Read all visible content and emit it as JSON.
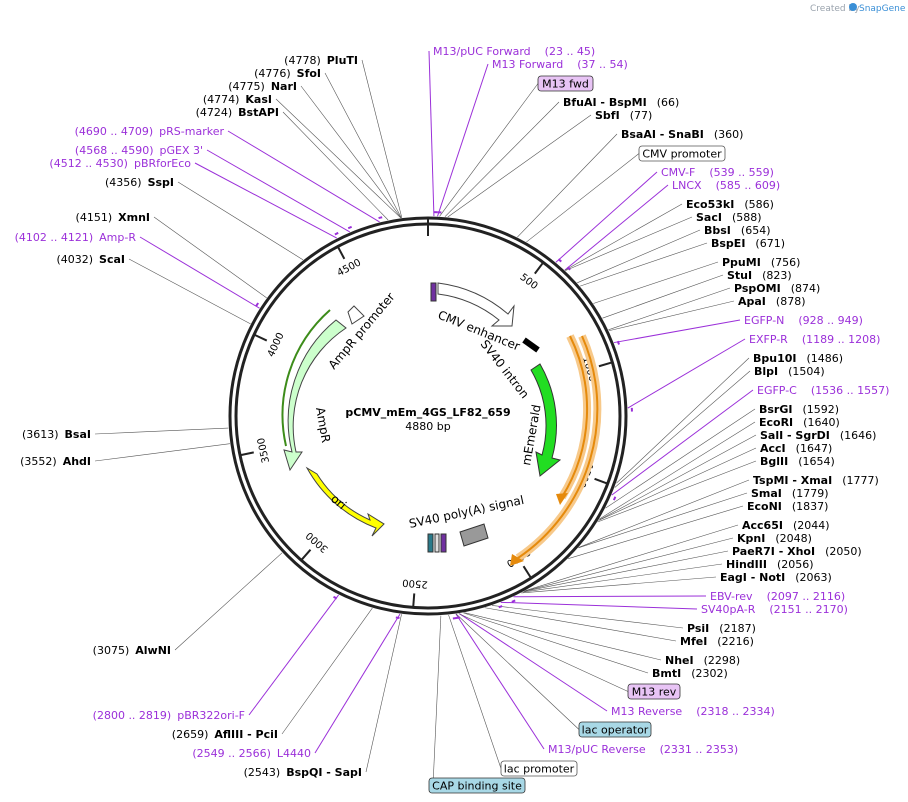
{
  "credit": {
    "prefix": "Created by",
    "brand": "SnapGene"
  },
  "plasmid": {
    "name": "pCMV_mEm_4GS_LF82_659",
    "size": "4880 bp",
    "length": 4880
  },
  "ticks": [
    "500",
    "1000",
    "1500",
    "2000",
    "2500",
    "3000",
    "3500",
    "4000",
    "4500"
  ],
  "left_labels": [
    {
      "pos": "(4778)",
      "name": "PluTI"
    },
    {
      "pos": "(4776)",
      "name": "SfoI"
    },
    {
      "pos": "(4775)",
      "name": "NarI"
    },
    {
      "pos": "(4774)",
      "name": "KasI"
    },
    {
      "pos": "(4724)",
      "name": "BstAPI"
    },
    {
      "pos": "(4690 .. 4709)",
      "name": "pRS-marker",
      "primer": true
    },
    {
      "pos": "(4568 .. 4590)",
      "name": "pGEX 3'",
      "primer": true
    },
    {
      "pos": "(4512 .. 4530)",
      "name": "pBRforEco",
      "primer": true
    },
    {
      "pos": "(4356)",
      "name": "SspI"
    },
    {
      "pos": "(4151)",
      "name": "XmnI"
    },
    {
      "pos": "(4102 .. 4121)",
      "name": "Amp-R",
      "primer": true
    },
    {
      "pos": "(4032)",
      "name": "ScaI"
    },
    {
      "pos": "(3613)",
      "name": "BsaI"
    },
    {
      "pos": "(3552)",
      "name": "AhdI"
    },
    {
      "pos": "(3075)",
      "name": "AlwNI"
    },
    {
      "pos": "(2800 .. 2819)",
      "name": "pBR322ori-F",
      "primer": true
    },
    {
      "pos": "(2659)",
      "name": "AflIII  -  PciI"
    },
    {
      "pos": "(2549 .. 2566)",
      "name": "L4440",
      "primer": true
    },
    {
      "pos": "(2543)",
      "name": "BspQI  -  SapI"
    }
  ],
  "right_labels": [
    {
      "name": "M13/pUC Forward",
      "pos": "(23 .. 45)",
      "primer": true
    },
    {
      "name": "M13 Forward",
      "pos": "(37 .. 54)",
      "primer": true
    },
    {
      "name": "BfuAI  -  BspMI",
      "pos": "(66)"
    },
    {
      "name": "SbfI",
      "pos": "(77)"
    },
    {
      "name": "BsaAI  -  SnaBI",
      "pos": "(360)"
    },
    {
      "name": "CMV-F",
      "pos": "(539 .. 559)",
      "primer": true
    },
    {
      "name": "LNCX",
      "pos": "(585 .. 609)",
      "primer": true
    },
    {
      "name": "Eco53kI",
      "pos": "(586)"
    },
    {
      "name": "SacI",
      "pos": "(588)"
    },
    {
      "name": "BbsI",
      "pos": "(654)"
    },
    {
      "name": "BspEI",
      "pos": "(671)"
    },
    {
      "name": "PpuMI",
      "pos": "(756)"
    },
    {
      "name": "StuI",
      "pos": "(823)"
    },
    {
      "name": "PspOMI",
      "pos": "(874)"
    },
    {
      "name": "ApaI",
      "pos": "(878)"
    },
    {
      "name": "EGFP-N",
      "pos": "(928 .. 949)",
      "primer": true
    },
    {
      "name": "EXFP-R",
      "pos": "(1189 .. 1208)",
      "primer": true
    },
    {
      "name": "Bpu10I",
      "pos": "(1486)"
    },
    {
      "name": "BlpI",
      "pos": "(1504)"
    },
    {
      "name": "EGFP-C",
      "pos": "(1536 .. 1557)",
      "primer": true
    },
    {
      "name": "BsrGI",
      "pos": "(1592)"
    },
    {
      "name": "EcoRI",
      "pos": "(1640)"
    },
    {
      "name": "SalI  -  SgrDI",
      "pos": "(1646)"
    },
    {
      "name": "AccI",
      "pos": "(1647)"
    },
    {
      "name": "BglII",
      "pos": "(1654)"
    },
    {
      "name": "TspMI  -  XmaI",
      "pos": "(1777)"
    },
    {
      "name": "SmaI",
      "pos": "(1779)"
    },
    {
      "name": "EcoNI",
      "pos": "(1837)"
    },
    {
      "name": "Acc65I",
      "pos": "(2044)"
    },
    {
      "name": "KpnI",
      "pos": "(2048)"
    },
    {
      "name": "PaeR7I  -  XhoI",
      "pos": "(2050)"
    },
    {
      "name": "HindIII",
      "pos": "(2056)"
    },
    {
      "name": "EagI  -  NotI",
      "pos": "(2063)"
    },
    {
      "name": "EBV-rev",
      "pos": "(2097 .. 2116)",
      "primer": true
    },
    {
      "name": "SV40pA-R",
      "pos": "(2151 .. 2170)",
      "primer": true
    },
    {
      "name": "PsiI",
      "pos": "(2187)"
    },
    {
      "name": "MfeI",
      "pos": "(2216)"
    },
    {
      "name": "NheI",
      "pos": "(2298)"
    },
    {
      "name": "BmtI",
      "pos": "(2302)"
    },
    {
      "name": "M13 Reverse",
      "pos": "(2318 .. 2334)",
      "primer": true
    },
    {
      "name": "M13/pUC Reverse",
      "pos": "(2331 .. 2353)",
      "primer": true
    }
  ],
  "boxed_labels": [
    {
      "text": "M13 fwd",
      "style": "purple"
    },
    {
      "text": "CMV promoter",
      "style": "white"
    },
    {
      "text": "M13 rev",
      "style": "purple"
    },
    {
      "text": "lac operator",
      "style": "teal"
    },
    {
      "text": "lac promoter",
      "style": "white"
    },
    {
      "text": "CAP binding site",
      "style": "teal"
    }
  ],
  "features": [
    {
      "name": "CMV enhancer",
      "color": "#ffffff"
    },
    {
      "name": "SV40 intron",
      "color": "#000000"
    },
    {
      "name": "mEmerald",
      "color": "#22dd22"
    },
    {
      "name": "SV40 poly(A) signal",
      "color": "#999999"
    },
    {
      "name": "ori",
      "color": "#ffff00"
    },
    {
      "name": "AmpR",
      "color": "#ccffcc"
    },
    {
      "name": "AmpR promoter",
      "color": "#ffffff"
    }
  ],
  "colors": {
    "primer": "#9b30d9",
    "orange_orf": "#e58a0c",
    "amp_dark": "#3d8c1a"
  }
}
